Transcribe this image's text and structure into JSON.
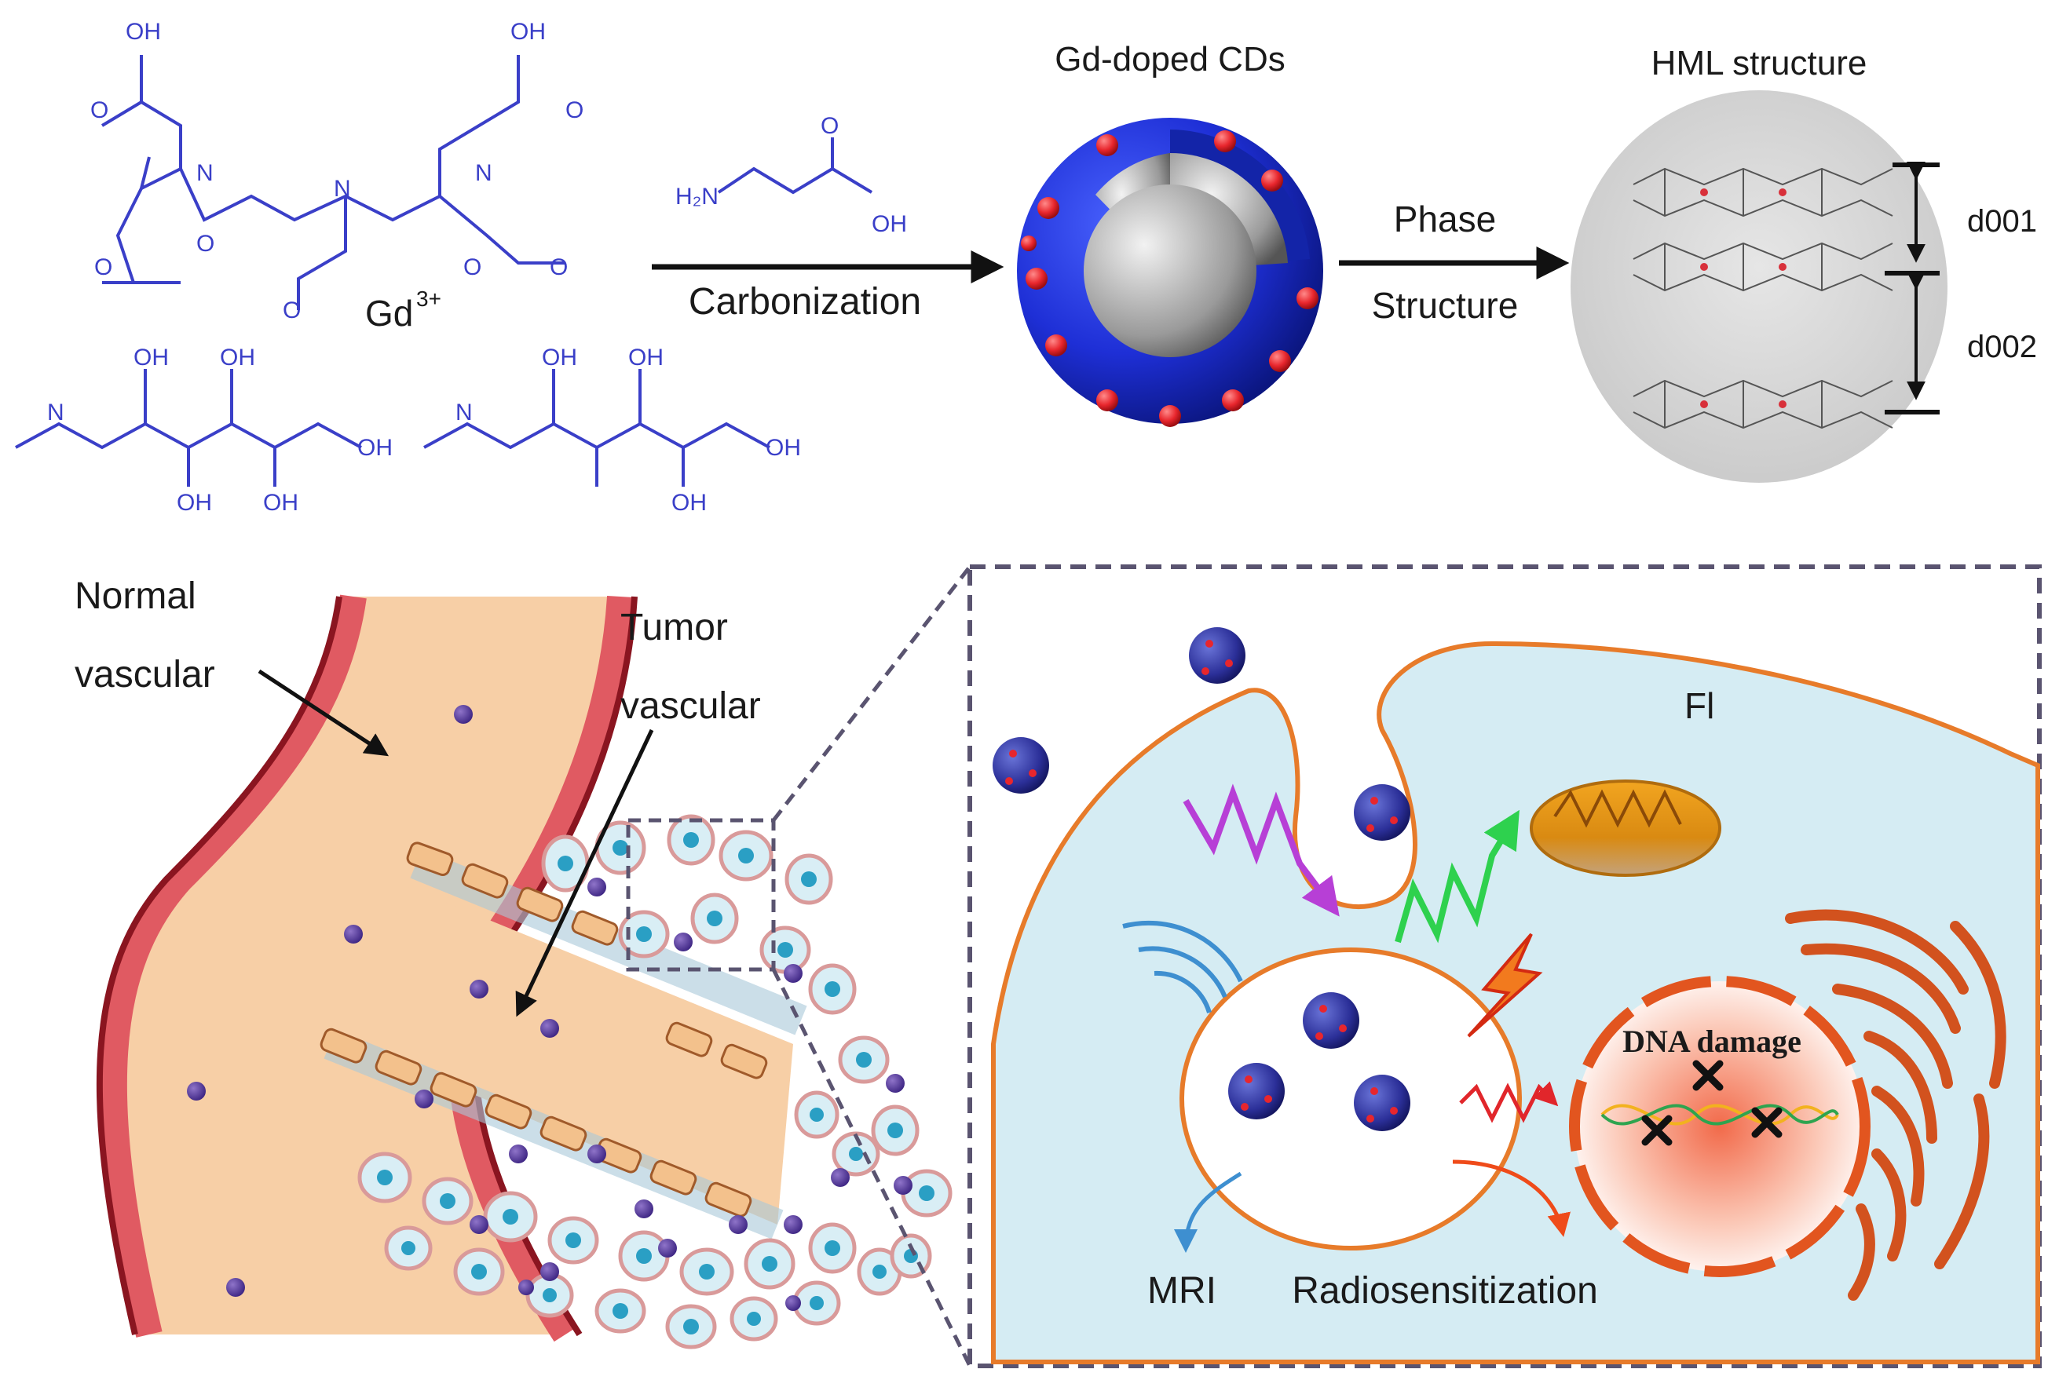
{
  "top": {
    "gd_ion": "Gd",
    "gd_charge": "3+",
    "step1_label": "Carbonization",
    "glycine_amine": "H₂N",
    "glycine_o": "O",
    "glycine_oh": "OH",
    "cds_title": "Gd-doped CDs",
    "step2_label_line1": "Phase",
    "step2_label_line2": "Structure",
    "hml_title": "HML structure",
    "d001": "d001",
    "d002": "d002"
  },
  "dtpa": {
    "oh": "OH",
    "o": "O",
    "n": "N",
    "o_minus": "O"
  },
  "meglumine": {
    "oh": "OH",
    "n_h": "N"
  },
  "bottom": {
    "normal_vascular_line1": "Normal",
    "normal_vascular_line2": "vascular",
    "tumor_vascular_line1": "Tumor",
    "tumor_vascular_line2": "vascular",
    "fl_label": "Fl",
    "dna_damage": "DNA damage",
    "mri_label": "MRI",
    "radio_label": "Radiosensitization"
  },
  "colors": {
    "chem": "#3a3fc8",
    "cd_shell": "#1e2fd6",
    "cd_dot": "#e8262d",
    "cell_bg": "#d5ecf3",
    "membrane": "#e77b2a",
    "vessel_inner": "#f7cfa6",
    "vessel_wall": "#e05a62",
    "vessel_dark": "#8a1520",
    "tumor_nucleus": "#2a9fc4",
    "dashed": "#5a5470"
  }
}
